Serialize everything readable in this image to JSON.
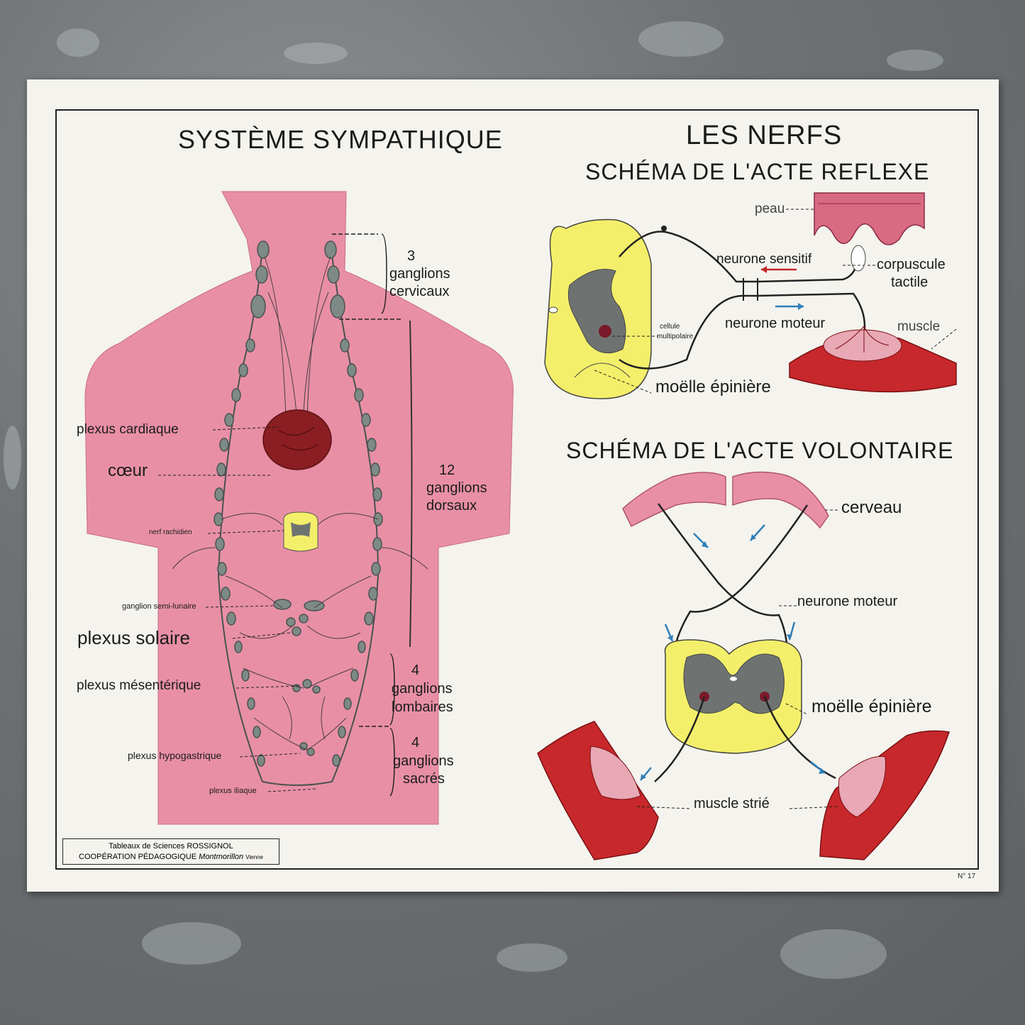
{
  "left_panel": {
    "title": "SYSTÈME SYMPATHIQUE",
    "labels": {
      "cervical_count": "3",
      "cervical_name_1": "ganglions",
      "cervical_name_2": "cervicaux",
      "dorsal_count": "12",
      "dorsal_name_1": "ganglions",
      "dorsal_name_2": "dorsaux",
      "lumbar_count": "4",
      "lumbar_name_1": "ganglions",
      "lumbar_name_2": "lombaires",
      "sacral_count": "4",
      "sacral_name_1": "ganglions",
      "sacral_name_2": "sacrés",
      "plexus_cardiaque": "plexus cardiaque",
      "coeur": "cœur",
      "nerf_rachidien": "nerf rachidien",
      "ganglion_semi_lunaire": "ganglion semi-lunaire",
      "plexus_solaire": "plexus solaire",
      "plexus_mesenterique": "plexus mésentérique",
      "plexus_hypogastrique": "plexus hypogastrique",
      "plexus_iliaque": "plexus iliaque"
    }
  },
  "right_panel": {
    "title": "LES NERFS",
    "reflex_title": "SCHÉMA DE L'ACTE REFLEXE",
    "voluntary_title": "SCHÉMA DE L'ACTE VOLONTAIRE",
    "reflex_labels": {
      "peau": "peau",
      "neurone_sensitif": "neurone sensitif",
      "corpuscule_1": "corpuscule",
      "corpuscule_2": "tactile",
      "cellule_1": "cellule",
      "cellule_2": "multipolaire",
      "neurone_moteur": "neurone moteur",
      "muscle": "muscle",
      "moelle": "moëlle épinière"
    },
    "voluntary_labels": {
      "cerveau": "cerveau",
      "neurone_moteur": "neurone moteur",
      "moelle": "moëlle épinière",
      "muscle_strie": "muscle strié"
    }
  },
  "footer": {
    "credit_line_1": "Tableaux de Sciences ROSSIGNOL",
    "credit_line_2a": "COOPÉRATION PÉDAGOGIQUE",
    "credit_line_2b": "Montmorillon",
    "credit_line_2c": "Vienne",
    "number": "N° 17"
  },
  "colors": {
    "body_pink": "#e88fa6",
    "ganglion_gray": "#7d8a85",
    "heart": "#8a1e22",
    "cord_yellow": "#f4ef6a",
    "gray_matter": "#6e7372",
    "muscle_red": "#c7282b",
    "muscle_pink": "#e9a8b6",
    "arrow_blue": "#2e7fb8",
    "arrow_red": "#c0282b"
  }
}
